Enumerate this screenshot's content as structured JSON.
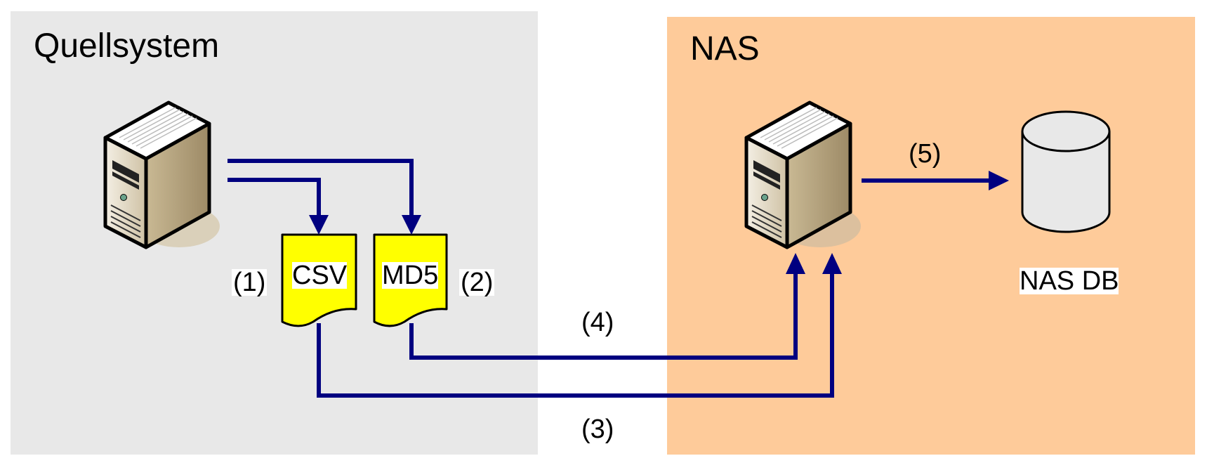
{
  "zones": {
    "source": {
      "title": "Quellsystem",
      "color": "#e8e8e8"
    },
    "nas": {
      "title": "NAS",
      "color": "#fecb9a"
    }
  },
  "files": {
    "csv": {
      "label": "CSV",
      "color": "#ffff00"
    },
    "md5": {
      "label": "MD5",
      "color": "#ffff00"
    }
  },
  "database": {
    "label": "NAS DB"
  },
  "steps": {
    "s1": "(1)",
    "s2": "(2)",
    "s3": "(3)",
    "s4": "(4)",
    "s5": "(5)"
  },
  "colors": {
    "arrow": "#000080"
  }
}
